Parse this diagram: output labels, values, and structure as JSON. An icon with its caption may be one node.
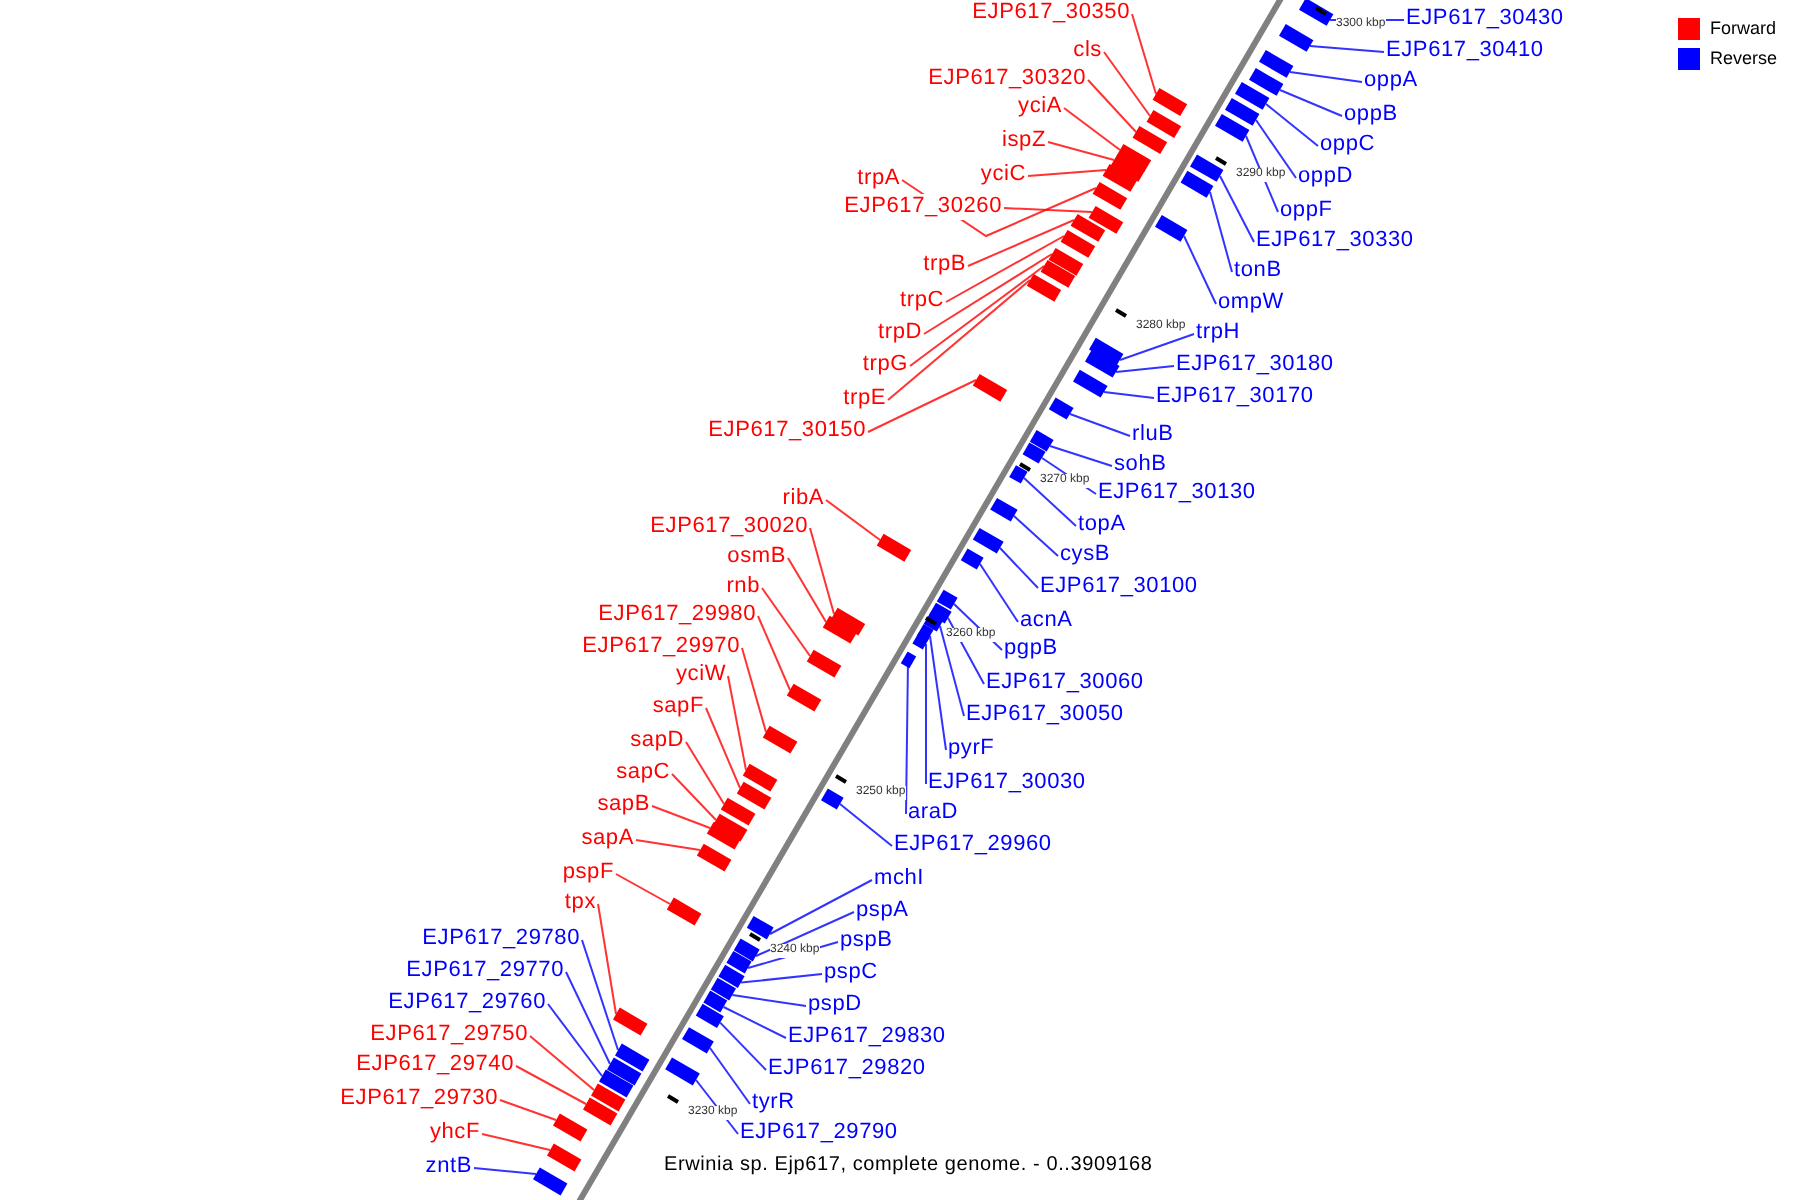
{
  "diagram": {
    "caption": "Erwinia sp. Ejp617, complete genome. - 0..3909168",
    "nodes": [
      {
        "text": [
          "EJP617_30350"
        ]
      },
      {
        "text": [
          "cls"
        ]
      },
      {
        "text": [
          "EJP617_30320"
        ]
      },
      {
        "text": [
          "yciA"
        ]
      },
      {
        "text": [
          "ispZ"
        ]
      },
      {
        "text": [
          "yciC"
        ]
      },
      {
        "text": [
          "trpA"
        ]
      },
      {
        "text": [
          "EJP617_30260"
        ]
      },
      {
        "text": [
          "trpB"
        ]
      },
      {
        "text": [
          "trpC"
        ]
      },
      {
        "text": [
          "trpD"
        ]
      },
      {
        "text": [
          "trpG"
        ]
      },
      {
        "text": [
          "trpE"
        ]
      },
      {
        "text": [
          "EJP617_30150"
        ]
      },
      {
        "text": [
          "ribA"
        ]
      },
      {
        "text": [
          "EJP617_30020"
        ]
      },
      {
        "text": [
          "osmB"
        ]
      },
      {
        "text": [
          "rnb"
        ]
      },
      {
        "text": [
          "EJP617_29980"
        ]
      },
      {
        "text": [
          "EJP617_29970"
        ]
      },
      {
        "text": [
          "yciW"
        ]
      },
      {
        "text": [
          "sapF"
        ]
      },
      {
        "text": [
          "sapD"
        ]
      },
      {
        "text": [
          "sapC"
        ]
      },
      {
        "text": [
          "sapB"
        ]
      },
      {
        "text": [
          "sapA"
        ]
      },
      {
        "text": [
          "pspF"
        ]
      },
      {
        "text": [
          "tpx"
        ]
      },
      {
        "text": [
          "EJP617_29750"
        ]
      },
      {
        "text": [
          "EJP617_29740"
        ]
      },
      {
        "text": [
          "EJP617_29730"
        ]
      },
      {
        "text": [
          "yhcF"
        ]
      },
      {
        "text": [
          "EJP617_29780"
        ]
      },
      {
        "text": [
          "EJP617_29770"
        ]
      },
      {
        "text": [
          "EJP617_29760"
        ]
      },
      {
        "text": [
          "zntB"
        ]
      },
      {
        "text": [
          "EJP617_30430"
        ]
      },
      {
        "text": [
          "EJP617_30410"
        ]
      },
      {
        "text": [
          "oppA"
        ]
      },
      {
        "text": [
          "oppB"
        ]
      },
      {
        "text": [
          "oppC"
        ]
      },
      {
        "text": [
          "oppD"
        ]
      },
      {
        "text": [
          "oppF"
        ]
      },
      {
        "text": [
          "EJP617_30330"
        ]
      },
      {
        "text": [
          "tonB"
        ]
      },
      {
        "text": [
          "ompW"
        ]
      },
      {
        "text": [
          "trpH"
        ]
      },
      {
        "text": [
          "EJP617_30180"
        ]
      },
      {
        "text": [
          "EJP617_30170"
        ]
      },
      {
        "text": [
          "rluB"
        ]
      },
      {
        "text": [
          "sohB"
        ]
      },
      {
        "text": [
          "EJP617_30130"
        ]
      },
      {
        "text": [
          "topA"
        ]
      },
      {
        "text": [
          "cysB"
        ]
      },
      {
        "text": [
          "EJP617_30100"
        ]
      },
      {
        "text": [
          "acnA"
        ]
      },
      {
        "text": [
          "pgpB"
        ]
      },
      {
        "text": [
          "EJP617_30060"
        ]
      },
      {
        "text": [
          "EJP617_30050"
        ]
      },
      {
        "text": [
          "pyrF"
        ]
      },
      {
        "text": [
          "EJP617_30030"
        ]
      },
      {
        "text": [
          "araD"
        ]
      },
      {
        "text": [
          "EJP617_29960"
        ]
      },
      {
        "text": [
          "mchI"
        ]
      },
      {
        "text": [
          "pspA"
        ]
      },
      {
        "text": [
          "pspB"
        ]
      },
      {
        "text": [
          "pspC"
        ]
      },
      {
        "text": [
          "pspD"
        ]
      },
      {
        "text": [
          "EJP617_29830"
        ]
      },
      {
        "text": [
          "EJP617_29820"
        ]
      },
      {
        "text": [
          "tyrR"
        ]
      },
      {
        "text": [
          "EJP617_29790"
        ]
      },
      {
        "text": [],
        "shape": "box"
      },
      {
        "text": [],
        "shape": "box"
      },
      {
        "text": [],
        "shape": "box"
      },
      {
        "text": [],
        "shape": "box"
      },
      {
        "text": [],
        "shape": "box"
      },
      {
        "text": [],
        "shape": "box"
      },
      {
        "text": [],
        "shape": "box"
      },
      {
        "text": [],
        "shape": "box"
      },
      {
        "text": [],
        "shape": "box"
      },
      {
        "text": [],
        "shape": "box"
      },
      {
        "text": [],
        "shape": "box"
      },
      {
        "text": [],
        "shape": "box"
      },
      {
        "text": [],
        "shape": "box"
      },
      {
        "text": [],
        "shape": "box"
      },
      {
        "text": [],
        "shape": "box"
      },
      {
        "text": [],
        "shape": "box"
      },
      {
        "text": [],
        "shape": "box"
      },
      {
        "text": [],
        "shape": "box"
      },
      {
        "text": [],
        "shape": "box"
      },
      {
        "text": [],
        "shape": "box"
      },
      {
        "text": [],
        "shape": "box"
      },
      {
        "text": [],
        "shape": "box"
      },
      {
        "text": [],
        "shape": "box"
      },
      {
        "text": [],
        "shape": "box"
      },
      {
        "text": [],
        "shape": "box"
      },
      {
        "text": [],
        "shape": "box"
      },
      {
        "text": [],
        "shape": "box"
      },
      {
        "text": [],
        "shape": "box"
      },
      {
        "text": [],
        "shape": "box"
      },
      {
        "text": [],
        "shape": "box"
      },
      {
        "text": [],
        "shape": "box"
      },
      {
        "text": [],
        "shape": "box"
      },
      {
        "text": [],
        "shape": "box"
      },
      {
        "text": [],
        "shape": "box"
      },
      {
        "text": [],
        "shape": "box"
      },
      {
        "text": [],
        "shape": "box"
      },
      {
        "text": [],
        "shape": "box"
      },
      {
        "text": [],
        "shape": "box"
      },
      {
        "text": [],
        "shape": "box"
      },
      {
        "text": [],
        "shape": "box"
      },
      {
        "text": [],
        "shape": "box"
      },
      {
        "text": [],
        "shape": "box"
      },
      {
        "text": [],
        "shape": "box"
      },
      {
        "text": [],
        "shape": "box"
      },
      {
        "text": [],
        "shape": "box"
      },
      {
        "text": [],
        "shape": "box"
      },
      {
        "text": [],
        "shape": "box"
      },
      {
        "text": [],
        "shape": "box"
      },
      {
        "text": [],
        "shape": "box"
      },
      {
        "text": [],
        "shape": "box"
      },
      {
        "text": [],
        "shape": "box"
      },
      {
        "text": [],
        "shape": "box"
      },
      {
        "text": [],
        "shape": "box"
      },
      {
        "text": [],
        "shape": "box"
      },
      {
        "text": [],
        "shape": "box"
      },
      {
        "text": [],
        "shape": "box"
      },
      {
        "text": [],
        "shape": "box"
      },
      {
        "text": [],
        "shape": "box"
      },
      {
        "text": [],
        "shape": "box"
      },
      {
        "text": [],
        "shape": "box"
      },
      {
        "text": [],
        "shape": "box"
      },
      {
        "text": [],
        "shape": "box"
      },
      {
        "text": [],
        "shape": "box"
      },
      {
        "text": [],
        "shape": "box"
      },
      {
        "text": [],
        "shape": "box"
      },
      {
        "text": [],
        "shape": "box"
      },
      {
        "text": [],
        "shape": "box"
      },
      {
        "text": [],
        "shape": "box"
      },
      {
        "text": [],
        "shape": "box"
      },
      {
        "text": [],
        "shape": "box"
      },
      {
        "text": [],
        "shape": "box"
      },
      {
        "text": [],
        "shape": "box"
      }
    ],
    "edges": [
      {
        "from": 0,
        "to": 72,
        "arrow": "none",
        "color": "#ff0000"
      },
      {
        "from": 1,
        "to": 73,
        "arrow": "none",
        "color": "#ff0000"
      },
      {
        "from": 2,
        "to": 74,
        "arrow": "none",
        "color": "#ff0000"
      },
      {
        "from": 3,
        "to": 75,
        "arrow": "none",
        "color": "#ff0000"
      },
      {
        "from": 4,
        "to": 76,
        "arrow": "none",
        "color": "#ff0000"
      },
      {
        "from": 5,
        "to": 77,
        "arrow": "none",
        "color": "#ff0000"
      },
      {
        "from": 6,
        "to": 78,
        "arrow": "none",
        "color": "#ff0000"
      },
      {
        "from": 7,
        "to": 79,
        "arrow": "none",
        "color": "#ff0000"
      },
      {
        "from": 8,
        "to": 80,
        "arrow": "none",
        "color": "#ff0000"
      },
      {
        "from": 9,
        "to": 81,
        "arrow": "none",
        "color": "#ff0000"
      },
      {
        "from": 10,
        "to": 82,
        "arrow": "none",
        "color": "#ff0000"
      },
      {
        "from": 11,
        "to": 83,
        "arrow": "none",
        "color": "#ff0000"
      },
      {
        "from": 12,
        "to": 84,
        "arrow": "none",
        "color": "#ff0000"
      },
      {
        "from": 13,
        "to": 85,
        "arrow": "none",
        "color": "#ff0000"
      },
      {
        "from": 14,
        "to": 86,
        "arrow": "none",
        "color": "#ff0000"
      },
      {
        "from": 15,
        "to": 87,
        "arrow": "none",
        "color": "#ff0000"
      },
      {
        "from": 16,
        "to": 88,
        "arrow": "none",
        "color": "#ff0000"
      },
      {
        "from": 17,
        "to": 89,
        "arrow": "none",
        "color": "#ff0000"
      },
      {
        "from": 18,
        "to": 90,
        "arrow": "none",
        "color": "#ff0000"
      },
      {
        "from": 19,
        "to": 91,
        "arrow": "none",
        "color": "#ff0000"
      },
      {
        "from": 20,
        "to": 92,
        "arrow": "none",
        "color": "#ff0000"
      },
      {
        "from": 21,
        "to": 93,
        "arrow": "none",
        "color": "#ff0000"
      },
      {
        "from": 22,
        "to": 94,
        "arrow": "none",
        "color": "#ff0000"
      },
      {
        "from": 23,
        "to": 95,
        "arrow": "none",
        "color": "#ff0000"
      },
      {
        "from": 24,
        "to": 96,
        "arrow": "none",
        "color": "#ff0000"
      },
      {
        "from": 25,
        "to": 97,
        "arrow": "none",
        "color": "#ff0000"
      },
      {
        "from": 26,
        "to": 98,
        "arrow": "none",
        "color": "#ff0000"
      },
      {
        "from": 27,
        "to": 99,
        "arrow": "none",
        "color": "#ff0000"
      },
      {
        "from": 28,
        "to": 100,
        "arrow": "none",
        "color": "#ff0000"
      },
      {
        "from": 29,
        "to": 101,
        "arrow": "none",
        "color": "#ff0000"
      },
      {
        "from": 30,
        "to": 102,
        "arrow": "none",
        "color": "#ff0000"
      },
      {
        "from": 31,
        "to": 103,
        "arrow": "none",
        "color": "#ff0000"
      },
      {
        "from": 32,
        "to": 104,
        "arrow": "none",
        "color": "#0000ff"
      },
      {
        "from": 33,
        "to": 105,
        "arrow": "none",
        "color": "#0000ff"
      },
      {
        "from": 34,
        "to": 106,
        "arrow": "none",
        "color": "#0000ff"
      },
      {
        "from": 35,
        "to": 107,
        "arrow": "none",
        "color": "#0000ff"
      },
      {
        "from": 36,
        "to": 108,
        "arrow": "none",
        "color": "#0000ff"
      },
      {
        "from": 37,
        "to": 109,
        "arrow": "none",
        "color": "#0000ff"
      },
      {
        "from": 38,
        "to": 110,
        "arrow": "none",
        "color": "#0000ff"
      },
      {
        "from": 39,
        "to": 111,
        "arrow": "none",
        "color": "#0000ff"
      },
      {
        "from": 40,
        "to": 112,
        "arrow": "none",
        "color": "#0000ff"
      },
      {
        "from": 41,
        "to": 113,
        "arrow": "none",
        "color": "#0000ff"
      },
      {
        "from": 42,
        "to": 114,
        "arrow": "none",
        "color": "#0000ff"
      },
      {
        "from": 43,
        "to": 115,
        "arrow": "none",
        "color": "#0000ff"
      },
      {
        "from": 44,
        "to": 116,
        "arrow": "none",
        "color": "#0000ff"
      },
      {
        "from": 45,
        "to": 117,
        "arrow": "none",
        "color": "#0000ff"
      },
      {
        "from": 46,
        "to": 118,
        "arrow": "none",
        "color": "#0000ff"
      },
      {
        "from": 47,
        "to": 119,
        "arrow": "none",
        "color": "#0000ff"
      },
      {
        "from": 48,
        "to": 120,
        "arrow": "none",
        "color": "#0000ff"
      },
      {
        "from": 49,
        "to": 121,
        "arrow": "none",
        "color": "#0000ff"
      },
      {
        "from": 50,
        "to": 122,
        "arrow": "none",
        "color": "#0000ff"
      },
      {
        "from": 51,
        "to": 123,
        "arrow": "none",
        "color": "#0000ff"
      },
      {
        "from": 52,
        "to": 124,
        "arrow": "none",
        "color": "#0000ff"
      },
      {
        "from": 53,
        "to": 125,
        "arrow": "none",
        "color": "#0000ff"
      },
      {
        "from": 54,
        "to": 126,
        "arrow": "none",
        "color": "#0000ff"
      },
      {
        "from": 55,
        "to": 127,
        "arrow": "none",
        "color": "#0000ff"
      },
      {
        "from": 56,
        "to": 128,
        "arrow": "none",
        "color": "#0000ff"
      },
      {
        "from": 57,
        "to": 129,
        "arrow": "none",
        "color": "#0000ff"
      },
      {
        "from": 58,
        "to": 130,
        "arrow": "none",
        "color": "#0000ff"
      },
      {
        "from": 59,
        "to": 131,
        "arrow": "none",
        "color": "#0000ff"
      },
      {
        "from": 60,
        "to": 132,
        "arrow": "none",
        "color": "#0000ff"
      },
      {
        "from": 61,
        "to": 133,
        "arrow": "none",
        "color": "#0000ff"
      },
      {
        "from": 62,
        "to": 134,
        "arrow": "none",
        "color": "#0000ff"
      },
      {
        "from": 63,
        "to": 135,
        "arrow": "none",
        "color": "#0000ff"
      },
      {
        "from": 64,
        "to": 136,
        "arrow": "none",
        "color": "#0000ff"
      },
      {
        "from": 65,
        "to": 137,
        "arrow": "none",
        "color": "#0000ff"
      },
      {
        "from": 66,
        "to": 138,
        "arrow": "none",
        "color": "#0000ff"
      },
      {
        "from": 67,
        "to": 139,
        "arrow": "none",
        "color": "#0000ff"
      },
      {
        "from": 68,
        "to": 140,
        "arrow": "none",
        "color": "#0000ff"
      },
      {
        "from": 69,
        "to": 141,
        "arrow": "none",
        "color": "#0000ff"
      },
      {
        "from": 70,
        "to": 142,
        "arrow": "none",
        "color": "#0000ff"
      },
      {
        "from": 71,
        "to": 143,
        "arrow": "none",
        "color": "#0000ff"
      }
    ],
    "labels": [
      "3300 kbp",
      "3290 kbp",
      "3280 kbp",
      "3270 kbp",
      "3260 kbp",
      "3250 kbp",
      "3240 kbp",
      "3230 kbp"
    ],
    "legend": [
      {
        "text": "Forward",
        "color": "#ff0000"
      },
      {
        "text": "Reverse",
        "color": "#0000ff"
      }
    ]
  }
}
